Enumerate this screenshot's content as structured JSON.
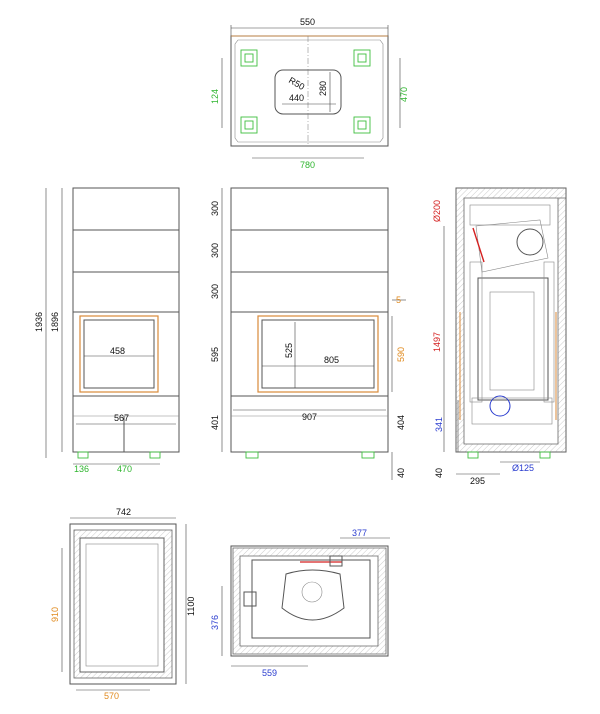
{
  "colors": {
    "black": "#111111",
    "green": "#2fb52f",
    "orange": "#e08a1e",
    "red": "#d42020",
    "blue": "#2a3ccf"
  },
  "top_view": {
    "width": "550",
    "radius": "R50",
    "inner_w": "440",
    "inner_h": "280",
    "left_dim": "124",
    "right_dim": "470",
    "bottom_dim": "780"
  },
  "front_view": {
    "h_total": "1936",
    "h_body": "1896",
    "opening_w": "458",
    "base_w": "567",
    "foot_offset": "136",
    "foot_span": "470"
  },
  "side_view": {
    "seg1": "300",
    "seg2": "300",
    "seg3": "300",
    "door_h": "595",
    "base_h": "401",
    "opening_h": "525",
    "opening_w": "805",
    "frame_h": "590",
    "gap": "5",
    "base_w": "907",
    "right_base": "404",
    "foot_h": "40"
  },
  "section_view": {
    "flue_d": "Ø200",
    "flue_h": "1497",
    "inlet_h": "341",
    "foot_h": "40",
    "depth": "295",
    "air_d": "Ø125"
  },
  "plan_view": {
    "width": "742",
    "height": "1100",
    "inner_h": "910",
    "inner_w": "570"
  },
  "bottom_view": {
    "w1": "377",
    "h1": "376",
    "w2": "559"
  }
}
